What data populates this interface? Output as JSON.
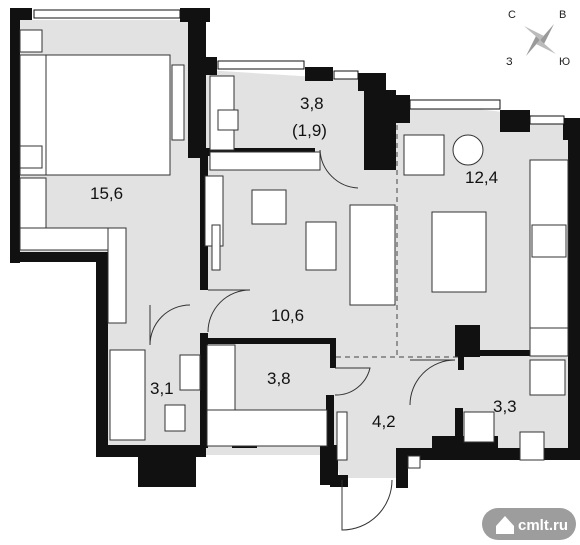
{
  "rooms": [
    {
      "id": "bedroom",
      "area": "15,6"
    },
    {
      "id": "study",
      "area": "3,8",
      "sub": "(1,9)"
    },
    {
      "id": "kitchen_living",
      "area": "12,4"
    },
    {
      "id": "hall",
      "area": "10,6"
    },
    {
      "id": "bathroom",
      "area": "3,1"
    },
    {
      "id": "wardrobe",
      "area": "3,8"
    },
    {
      "id": "entrance",
      "area": "4,2"
    },
    {
      "id": "laundry",
      "area": "3,3"
    }
  ],
  "compass": {
    "n": "С",
    "e": "В",
    "w": "З",
    "s": "Ю"
  },
  "watermark": {
    "text": "cmlt.ru",
    "color": "#8c8c8c"
  },
  "colors": {
    "wall": "#111111",
    "floor": "#e2e2e2",
    "furniture": "#ffffff"
  }
}
